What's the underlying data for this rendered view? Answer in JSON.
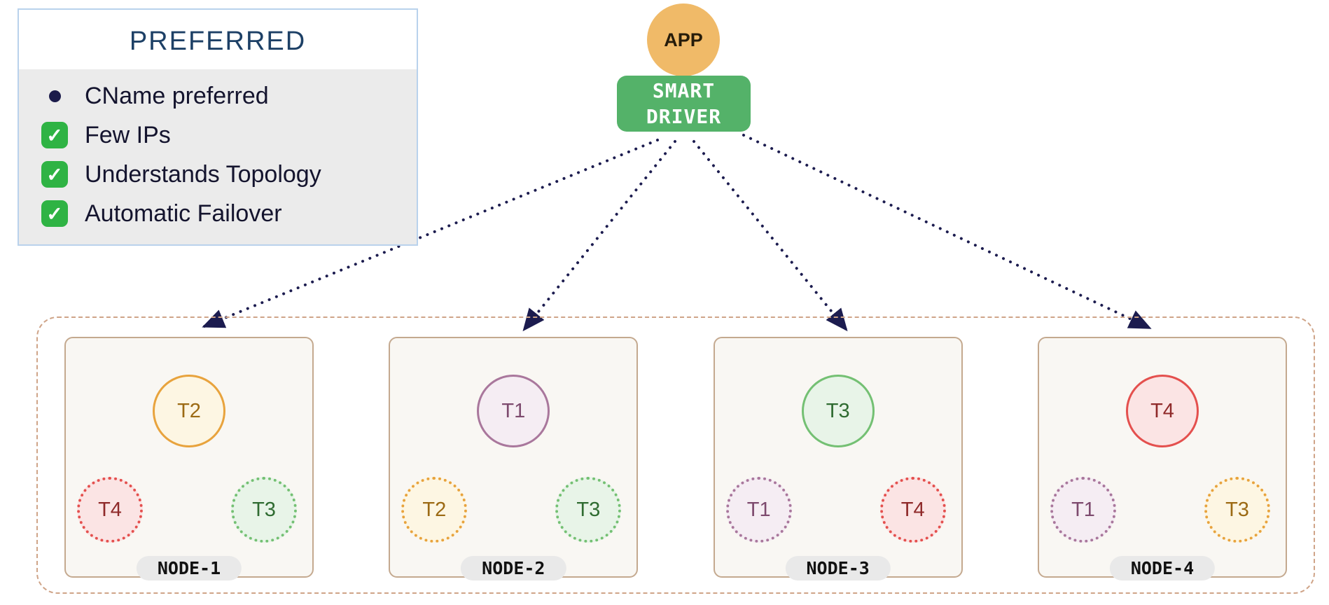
{
  "preferred_panel": {
    "title": "PREFERRED",
    "items": [
      {
        "icon": "bullet-icon",
        "label": "CName preferred"
      },
      {
        "icon": "check-icon",
        "label": "Few IPs"
      },
      {
        "icon": "check-icon",
        "label": "Understands Topology"
      },
      {
        "icon": "check-icon",
        "label": "Automatic Failover"
      }
    ]
  },
  "app_node": {
    "label": "APP"
  },
  "smart_driver": {
    "label": "SMART DRIVER"
  },
  "cluster": {
    "nodes": [
      {
        "name": "NODE-1",
        "primary": {
          "label": "T2",
          "color": "orange"
        },
        "replicas": [
          {
            "label": "T4",
            "color": "red"
          },
          {
            "label": "T3",
            "color": "green"
          }
        ]
      },
      {
        "name": "NODE-2",
        "primary": {
          "label": "T1",
          "color": "purple"
        },
        "replicas": [
          {
            "label": "T2",
            "color": "orange"
          },
          {
            "label": "T3",
            "color": "green"
          }
        ]
      },
      {
        "name": "NODE-3",
        "primary": {
          "label": "T3",
          "color": "green"
        },
        "replicas": [
          {
            "label": "T1",
            "color": "purple"
          },
          {
            "label": "T4",
            "color": "red"
          }
        ]
      },
      {
        "name": "NODE-4",
        "primary": {
          "label": "T4",
          "color": "red"
        },
        "replicas": [
          {
            "label": "T1",
            "color": "purple"
          },
          {
            "label": "T3",
            "color": "orange"
          }
        ]
      }
    ]
  },
  "colors": {
    "driver_green": "#54b269",
    "app_sand": "#f0ba68",
    "arrow_navy": "#1c1c4f",
    "check_green": "#2fb344",
    "panel_border_blue": "#b9d2ec",
    "cluster_tan": "#cfa488",
    "tier_orange": "#e8a33d",
    "tier_red": "#e4504e",
    "tier_green": "#74c073",
    "tier_purple": "#a9779c"
  }
}
